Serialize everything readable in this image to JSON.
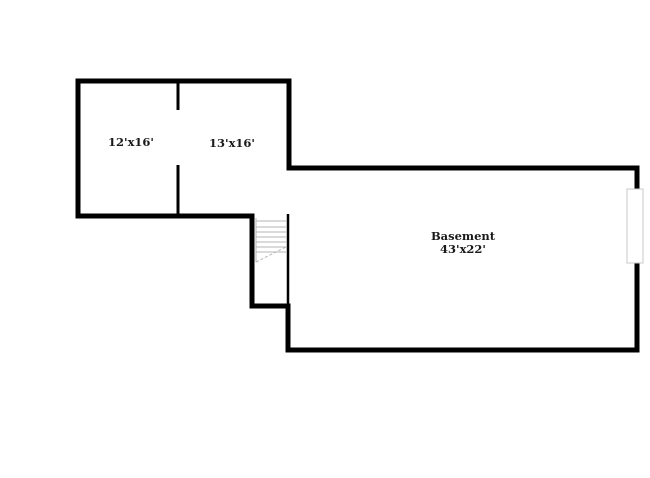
{
  "floorplan": {
    "rooms": [
      {
        "id": "room-a",
        "name": "",
        "dimensions": "12'x16'"
      },
      {
        "id": "room-b",
        "name": "",
        "dimensions": "13'x16'"
      },
      {
        "id": "basement",
        "name": "Basement",
        "dimensions": "43'x22'"
      }
    ],
    "features": {
      "stairs": "stairs",
      "window": "window"
    },
    "colors": {
      "wall": "#000000",
      "stair_lines": "#bbbbbb",
      "window_outline": "#c8c8c8",
      "background": "#ffffff"
    }
  }
}
